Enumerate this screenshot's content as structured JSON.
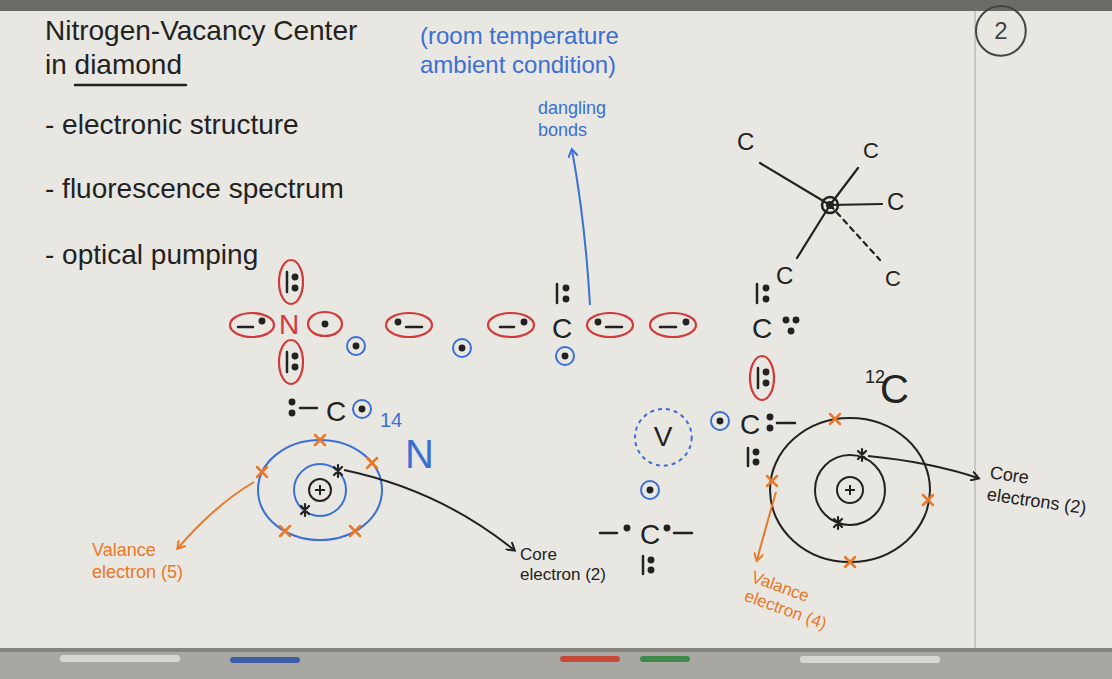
{
  "diagram": {
    "title": "Nitrogen-Vacancy Center in diamond",
    "nodes": [
      {
        "text": [
          "2"
        ]
      },
      {
        "text": [
          "V"
        ]
      }
    ],
    "labels": [
      "(room temperature ambient condition)",
      "- electronic structure",
      "- fluorescence spectrum",
      "- optical pumping",
      "dangling bonds",
      "N",
      "C",
      "C",
      "C",
      "C",
      "C",
      "C",
      "C",
      "C",
      "C",
      "C",
      "14",
      "N",
      "12",
      "C",
      "Valance electron (5)",
      "Core electron (2)",
      "Valance electron (4)",
      "Core electrons (2)"
    ]
  }
}
